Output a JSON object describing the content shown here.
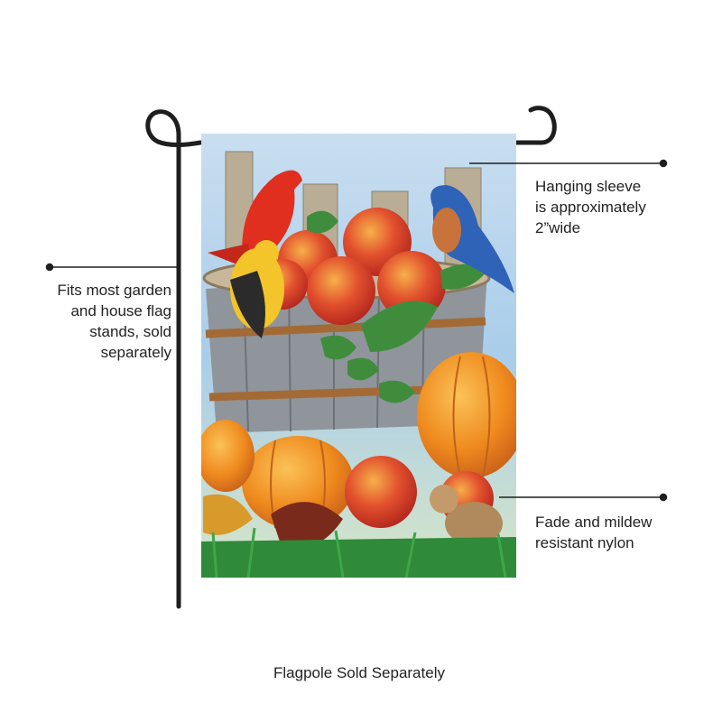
{
  "callouts": {
    "sleeve": [
      "Hanging sleeve",
      "is approximately",
      "2”wide"
    ],
    "stands": [
      "Fits most garden",
      "and house flag",
      "stands, sold",
      "separately"
    ],
    "nylon": [
      "Fade and mildew",
      "resistant nylon"
    ]
  },
  "caption": "Flagpole Sold Separately",
  "colors": {
    "pole": "#1e1e1e",
    "sky": "#a9cdea",
    "grass": "#2f8a3a",
    "pumpkin": "#ef8a1e",
    "apple": "#d9382a"
  }
}
